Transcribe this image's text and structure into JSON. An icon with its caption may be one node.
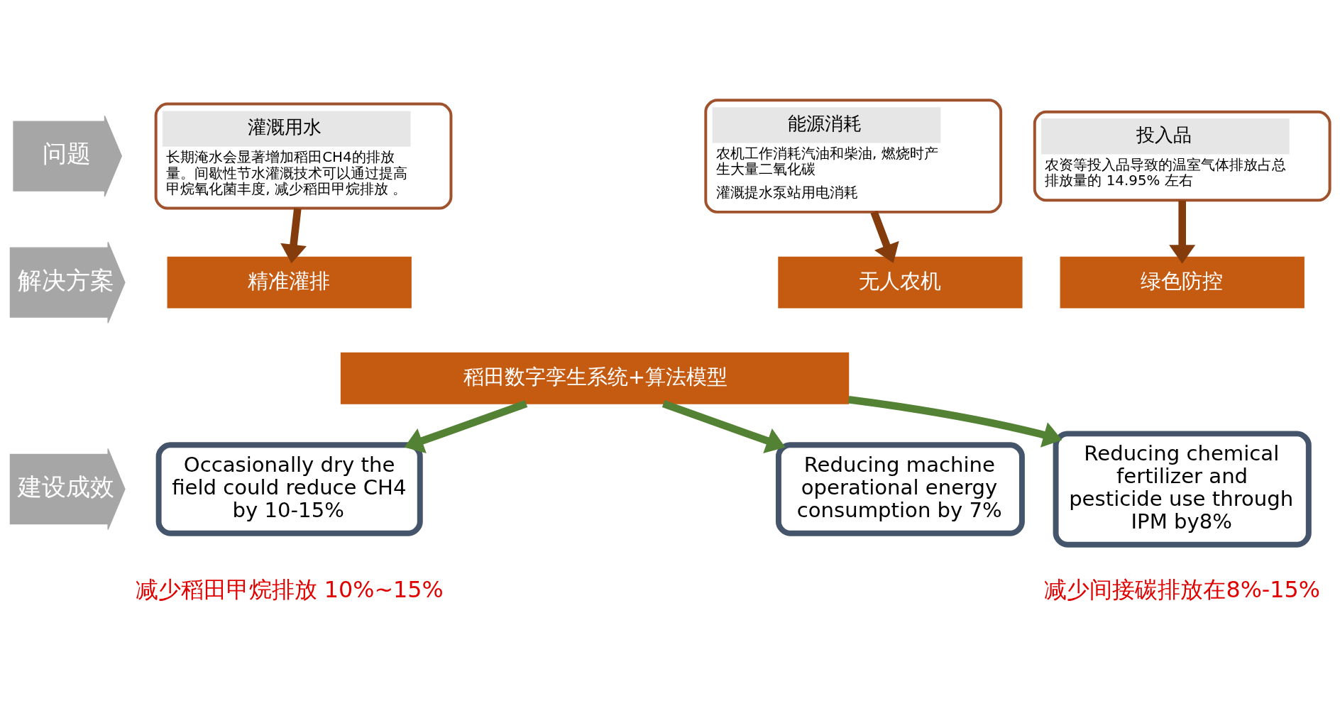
{
  "diagram": {
    "nodes": [
      {
        "text": [
          "问题"
        ]
      },
      {
        "text": [
          "灌溉用水",
          "长期淹水会显著增加稻田CH4的排放量。间歇性节水灌溉技术可以通过提高甲烷氧化菌丰度, 减少稻田甲烷排放 。"
        ]
      },
      {
        "text": [
          "能源消耗",
          "农机工作消耗汽油和柴油, 燃烧时产生大量二氧化碳",
          "灌溉提水泵站用电消耗"
        ]
      },
      {
        "text": [
          "投入品",
          "农资等投入品导致的温室气体排放占总排放量的 14.95% 左右"
        ]
      },
      {
        "text": [
          "解决方案"
        ]
      },
      {
        "text": [
          "精准灌排"
        ]
      },
      {
        "text": [
          "无人农机"
        ]
      },
      {
        "text": [
          "绿色防控"
        ]
      },
      {
        "text": [
          "稻田数字孪生系统+算法模型"
        ]
      },
      {
        "text": [
          "建设成效"
        ]
      },
      {
        "text": [
          "Occasionally dry the field could reduce CH4 by 10-15%"
        ]
      },
      {
        "text": [
          "Reducing machine operational energy consumption by 7%"
        ]
      },
      {
        "text": [
          "Reducing chemical fertilizer and pesticide use through IPM by8%"
        ]
      }
    ],
    "edges": [
      {
        "from": 1,
        "to": 5,
        "arrow": "to"
      },
      {
        "from": 2,
        "to": 6,
        "arrow": "to"
      },
      {
        "from": 3,
        "to": 7,
        "arrow": "to"
      },
      {
        "from": 8,
        "to": 10,
        "arrow": "to",
        "color": "#548235"
      },
      {
        "from": 8,
        "to": 11,
        "arrow": "to",
        "color": "#548235"
      },
      {
        "from": 8,
        "to": 12,
        "arrow": "to",
        "color": "#548235"
      }
    ],
    "labels": [
      "减少稻田甲烷排放 10%~15%",
      "减少间接碳排放在8%-15%"
    ]
  }
}
